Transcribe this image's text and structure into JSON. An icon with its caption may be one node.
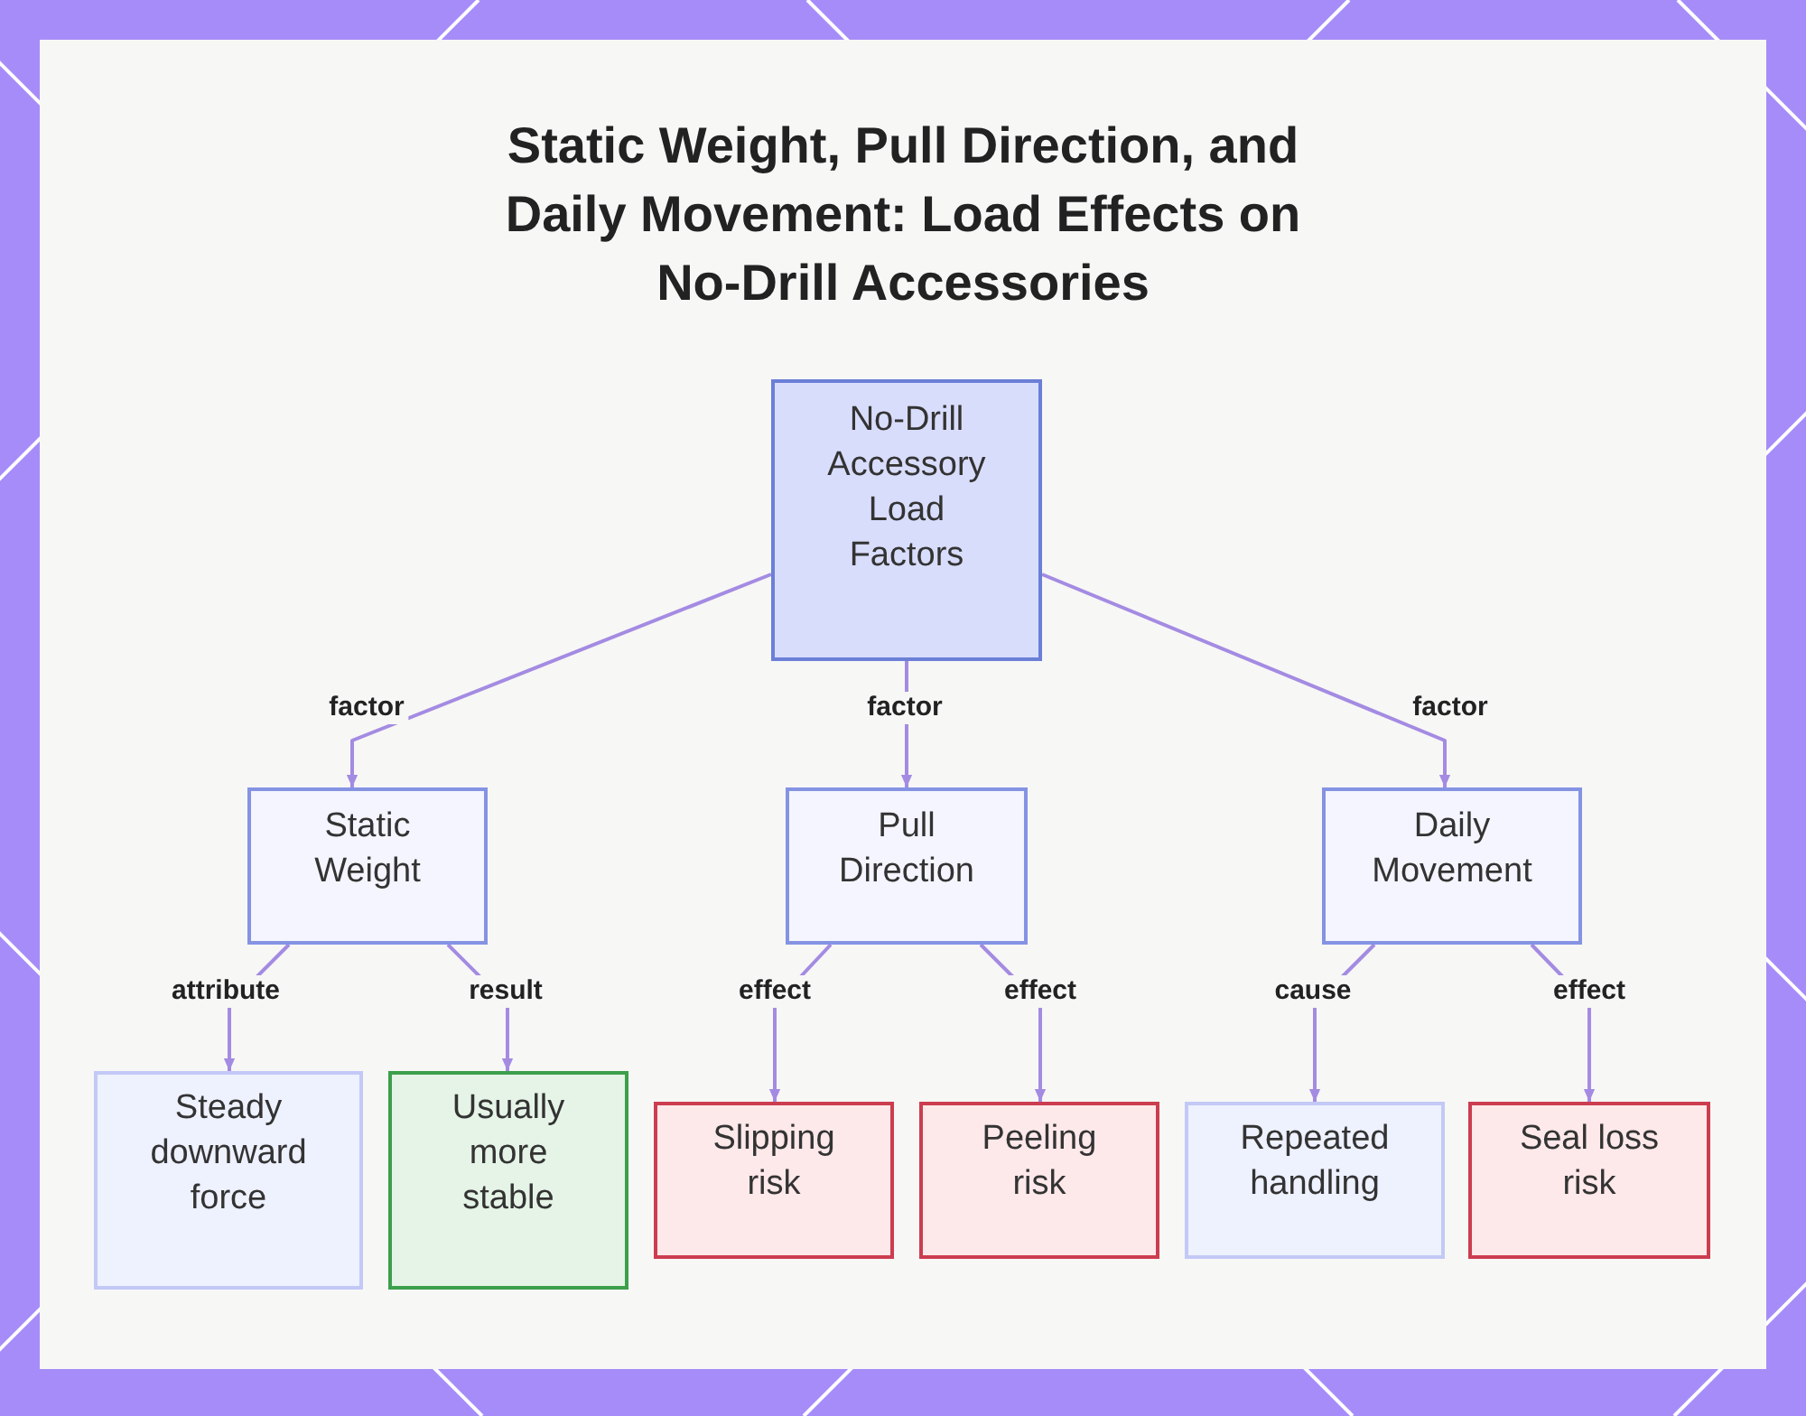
{
  "diagram": {
    "title": "Static Weight, Pull Direction, and Daily Movement: Load Effects on No-Drill Accessories",
    "nodes": [
      {
        "text": [
          "No-Drill Accessory Load Factors"
        ]
      },
      {
        "text": [
          "Static Weight"
        ]
      },
      {
        "text": [
          "Pull Direction"
        ]
      },
      {
        "text": [
          "Daily Movement"
        ]
      },
      {
        "text": [
          "Steady downward force"
        ]
      },
      {
        "text": [
          "Usually more stable"
        ]
      },
      {
        "text": [
          "Slipping risk"
        ]
      },
      {
        "text": [
          "Peeling risk"
        ]
      },
      {
        "text": [
          "Repeated handling"
        ]
      },
      {
        "text": [
          "Seal loss risk"
        ]
      }
    ],
    "edges": [
      {
        "from": 0,
        "to": 1,
        "arrow": "to",
        "label": "factor"
      },
      {
        "from": 0,
        "to": 2,
        "arrow": "to",
        "label": "factor"
      },
      {
        "from": 0,
        "to": 3,
        "arrow": "to",
        "label": "factor"
      },
      {
        "from": 1,
        "to": 4,
        "arrow": "to",
        "label": "attribute"
      },
      {
        "from": 1,
        "to": 5,
        "arrow": "to",
        "label": "result"
      },
      {
        "from": 2,
        "to": 6,
        "arrow": "to",
        "label": "effect"
      },
      {
        "from": 2,
        "to": 7,
        "arrow": "to",
        "label": "effect"
      },
      {
        "from": 3,
        "to": 8,
        "arrow": "to",
        "label": "cause"
      },
      {
        "from": 3,
        "to": 9,
        "arrow": "to",
        "label": "effect"
      }
    ]
  }
}
